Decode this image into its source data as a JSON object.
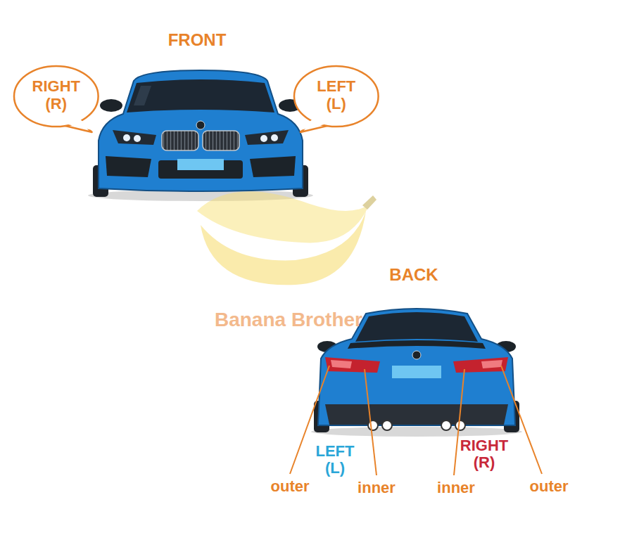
{
  "diagram": {
    "nodes": [
      {
        "text": [
          "RIGHT (R)"
        ]
      },
      {
        "text": [
          "LEFT (L)"
        ]
      }
    ],
    "labels": [
      "FRONT",
      "BACK",
      "Banana Brother",
      "LEFT (L)",
      "RIGHT (R)",
      "outer",
      "inner",
      "inner",
      "outer"
    ]
  }
}
